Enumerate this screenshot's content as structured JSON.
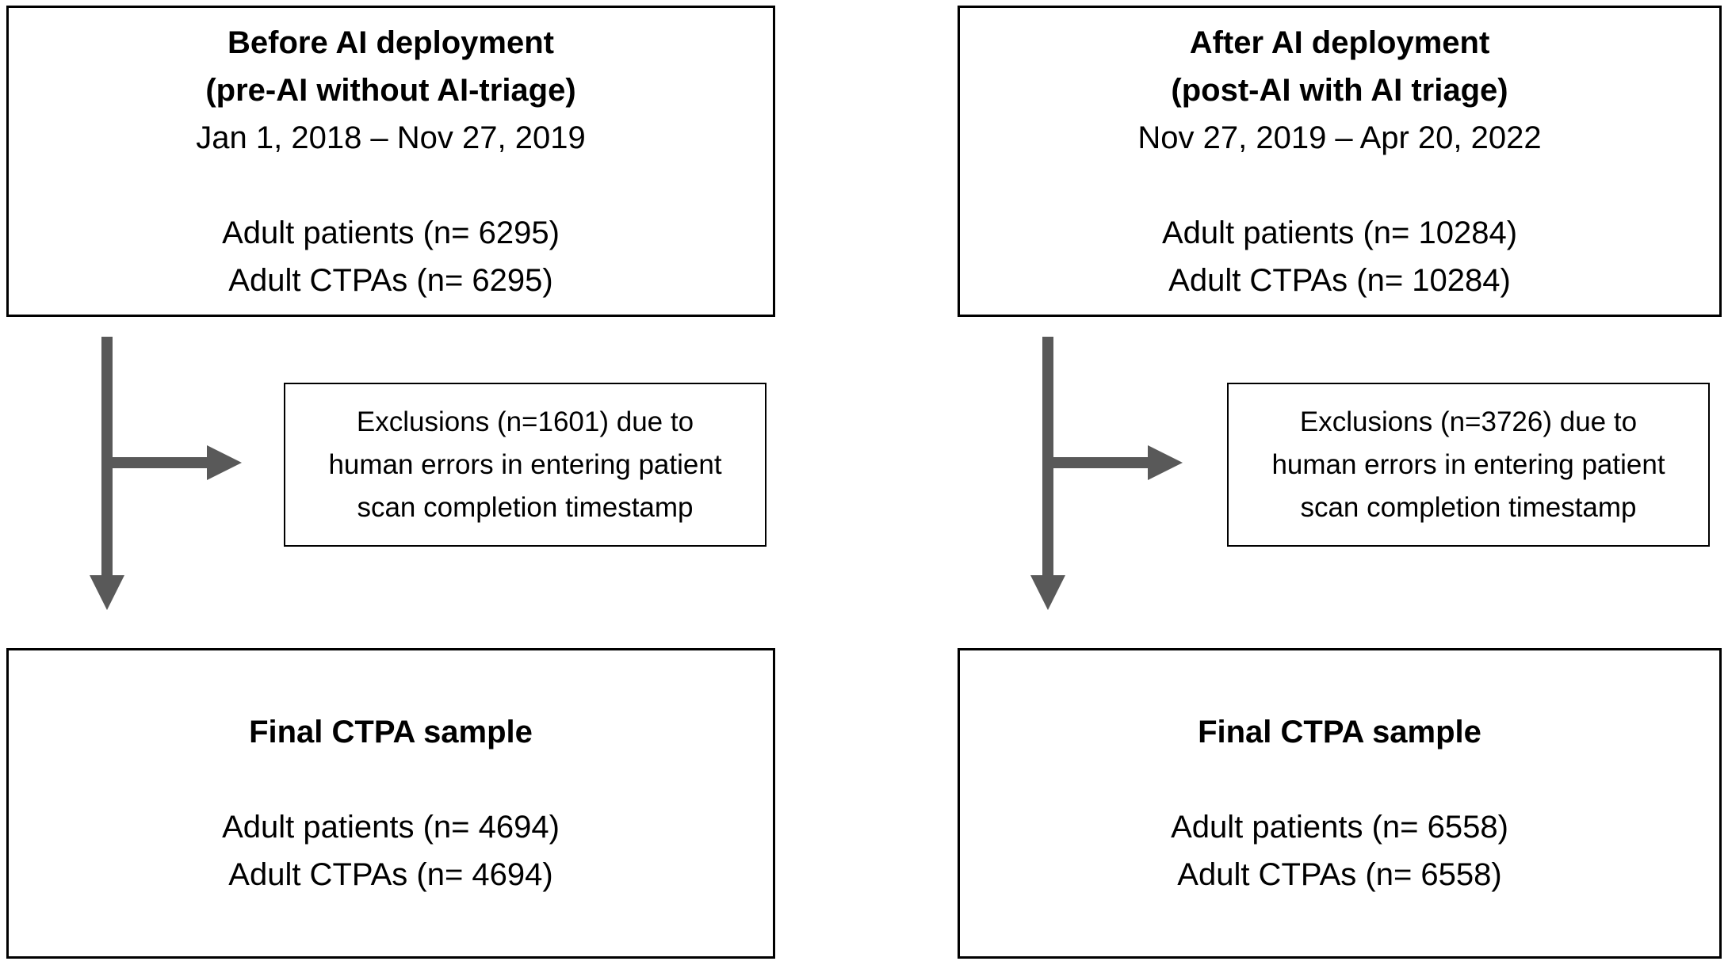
{
  "colors": {
    "background": "#ffffff",
    "box_border": "#000000",
    "text": "#000000",
    "arrow": "#595959"
  },
  "columns": [
    {
      "top_box": {
        "title_line_1": "Before AI deployment",
        "title_line_2": "(pre-AI without AI-triage)",
        "date_range": "Jan 1, 2018 – Nov 27, 2019",
        "patients": "Adult patients (n= 6295)",
        "ctpas": "Adult CTPAs (n= 6295)"
      },
      "exclusion_box": {
        "line_1": "Exclusions (n=1601) due to",
        "line_2": "human errors in entering patient",
        "line_3": "scan completion timestamp"
      },
      "final_box": {
        "title": "Final CTPA sample",
        "patients": "Adult patients (n= 4694)",
        "ctpas": "Adult CTPAs (n= 4694)"
      }
    },
    {
      "top_box": {
        "title_line_1": "After AI deployment",
        "title_line_2": "(post-AI with AI triage)",
        "date_range": "Nov 27, 2019 – Apr 20, 2022",
        "patients": "Adult patients (n= 10284)",
        "ctpas": "Adult CTPAs (n= 10284)"
      },
      "exclusion_box": {
        "line_1": "Exclusions (n=3726) due to",
        "line_2": "human errors in entering patient",
        "line_3": "scan completion timestamp"
      },
      "final_box": {
        "title": "Final CTPA sample",
        "patients": "Adult patients (n= 6558)",
        "ctpas": "Adult CTPAs (n= 6558)"
      }
    }
  ]
}
